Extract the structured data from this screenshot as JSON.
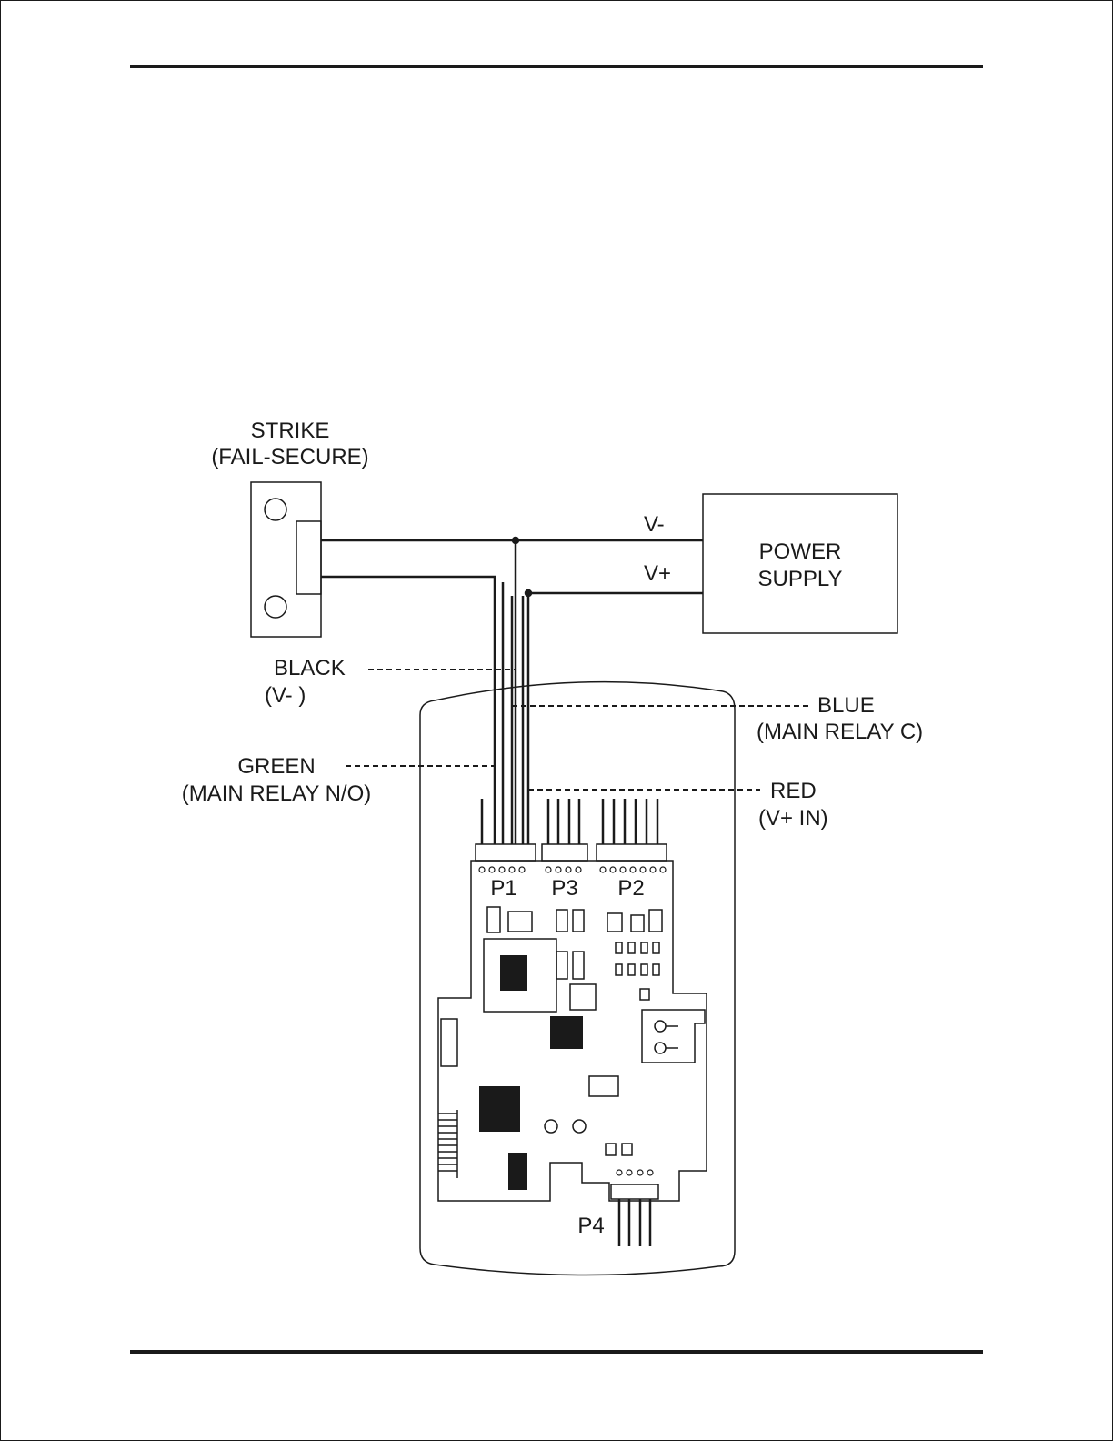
{
  "strike": {
    "title": "STRIKE",
    "subtitle": "(FAIL-SECURE)"
  },
  "power_supply": {
    "line1": "POWER",
    "line2": "SUPPLY",
    "vminus": "V-",
    "vplus": "V+"
  },
  "wires": {
    "black": {
      "name": "BLACK",
      "role": "(V- )"
    },
    "blue": {
      "name": "BLUE",
      "role": "(MAIN RELAY C)"
    },
    "green": {
      "name": "GREEN",
      "role": "(MAIN RELAY N/O)"
    },
    "red": {
      "name": "RED",
      "role": "(V+ IN)"
    }
  },
  "connectors": {
    "p1": "P1",
    "p3": "P3",
    "p2": "P2",
    "p4": "P4"
  },
  "colors": {
    "ink": "#1a1a1a",
    "background": "#ffffff"
  }
}
